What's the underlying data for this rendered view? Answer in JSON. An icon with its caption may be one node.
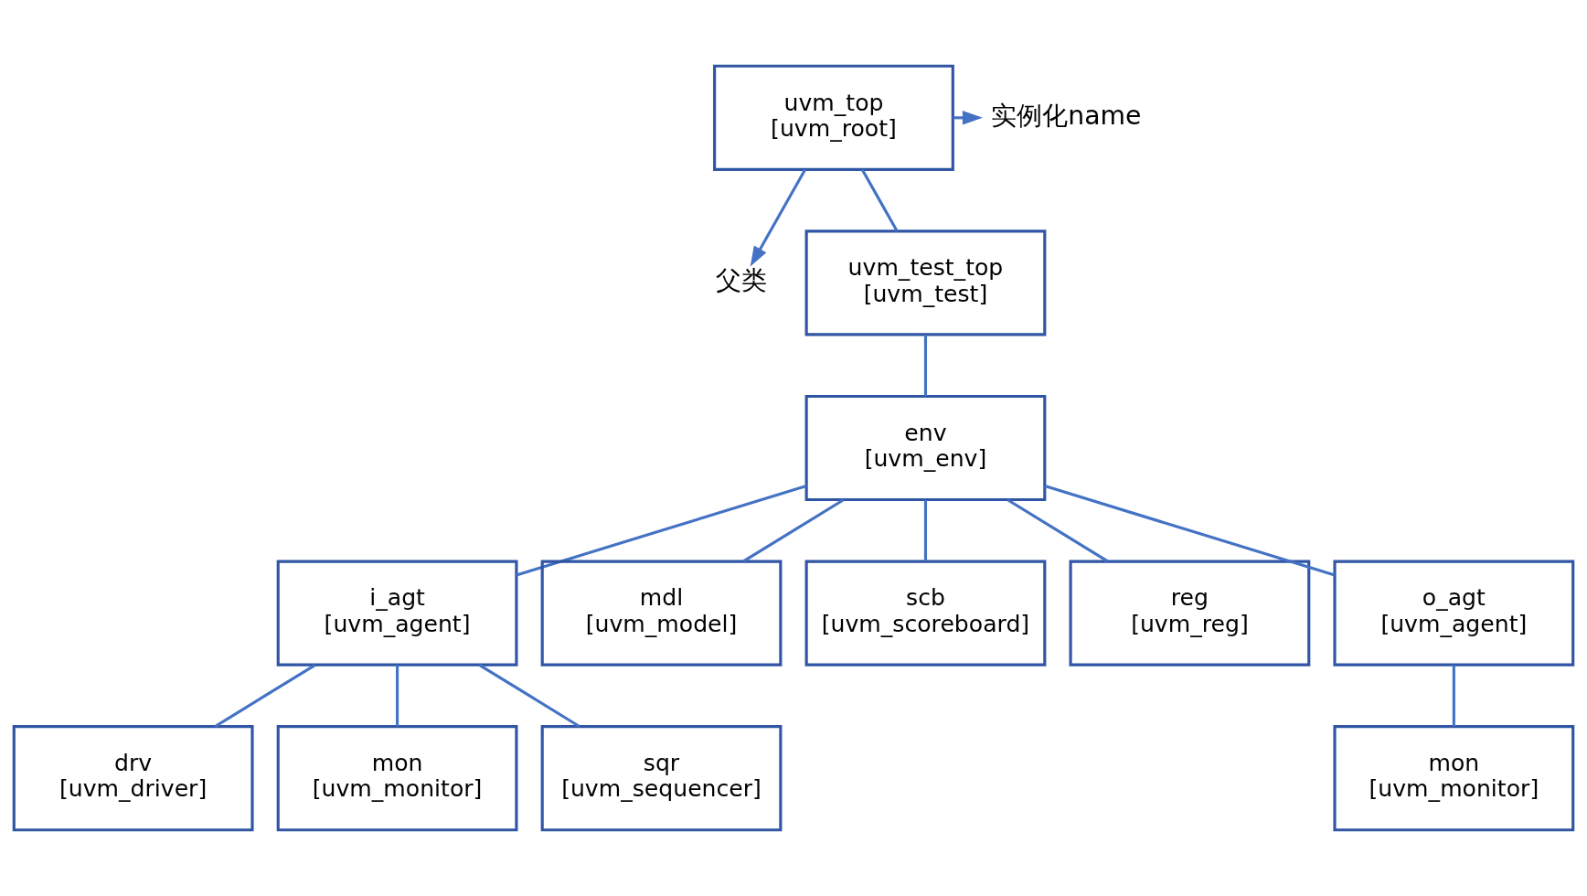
{
  "diagram": {
    "nodes": [
      {
        "text": [
          "uvm_top",
          "[uvm_root]"
        ]
      },
      {
        "text": [
          "实例化name"
        ]
      },
      {
        "text": [
          "父类"
        ]
      },
      {
        "text": [
          "uvm_test_top",
          "[uvm_test]"
        ]
      },
      {
        "text": [
          "env",
          "[uvm_env]"
        ]
      },
      {
        "text": [
          "i_agt",
          "[uvm_agent]"
        ]
      },
      {
        "text": [
          "mdl",
          "[uvm_model]"
        ]
      },
      {
        "text": [
          "scb",
          "[uvm_scoreboard]"
        ]
      },
      {
        "text": [
          "reg",
          "[uvm_reg]"
        ]
      },
      {
        "text": [
          "o_agt",
          "[uvm_agent]"
        ]
      },
      {
        "text": [
          "drv",
          "[uvm_driver]"
        ]
      },
      {
        "text": [
          "mon",
          "[uvm_monitor]"
        ]
      },
      {
        "text": [
          "sqr",
          "[uvm_sequencer]"
        ]
      },
      {
        "text": [
          "mon",
          "[uvm_monitor]"
        ]
      }
    ],
    "edges": [
      {
        "from": 0,
        "to": 1,
        "arrow": "to"
      },
      {
        "from": 0,
        "to": 2,
        "arrow": "to"
      },
      {
        "from": 0,
        "to": 3,
        "arrow": "none"
      },
      {
        "from": 3,
        "to": 4,
        "arrow": "none"
      },
      {
        "from": 4,
        "to": 5,
        "arrow": "none"
      },
      {
        "from": 4,
        "to": 6,
        "arrow": "none"
      },
      {
        "from": 4,
        "to": 7,
        "arrow": "none"
      },
      {
        "from": 4,
        "to": 8,
        "arrow": "none"
      },
      {
        "from": 4,
        "to": 9,
        "arrow": "none"
      },
      {
        "from": 5,
        "to": 10,
        "arrow": "none"
      },
      {
        "from": 5,
        "to": 11,
        "arrow": "none"
      },
      {
        "from": 5,
        "to": 12,
        "arrow": "none"
      },
      {
        "from": 9,
        "to": 13,
        "arrow": "none"
      }
    ]
  }
}
